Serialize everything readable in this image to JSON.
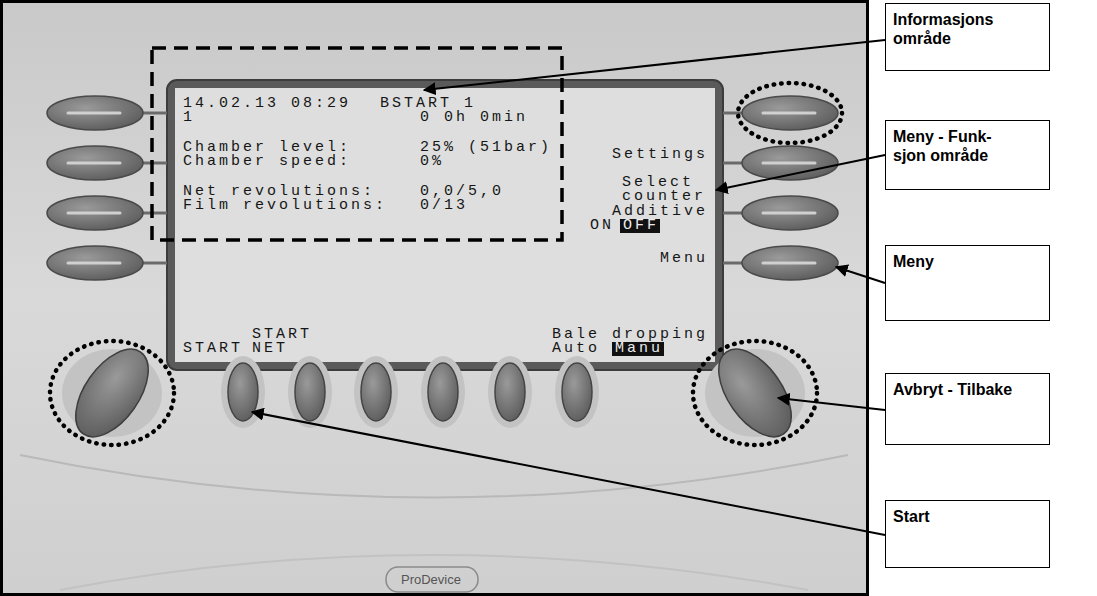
{
  "diagram": {
    "nodes": [
      {
        "text": [
          "Informasjons område"
        ]
      },
      {
        "text": [
          "Meny - Funk- sjon område"
        ]
      },
      {
        "text": [
          "Meny"
        ]
      },
      {
        "text": [
          "Avbryt - Tilbake"
        ]
      },
      {
        "text": [
          "Start"
        ]
      }
    ],
    "labels": [
      "14.02.13 08:29",
      "BSTART 1",
      "1",
      "0 0h 0min",
      "Settings",
      "Chamber level:",
      "25% (51bar)",
      "Chamber speed:",
      "0%",
      "Select counter",
      "Net revolutions:",
      "0,0/5,0",
      "Film revolutions:",
      "0/13",
      "Additive",
      "ON",
      "OFF",
      "Menu",
      "START NET",
      "Bale dropping",
      "START",
      "Auto",
      "Manu",
      "ProDevice"
    ]
  }
}
